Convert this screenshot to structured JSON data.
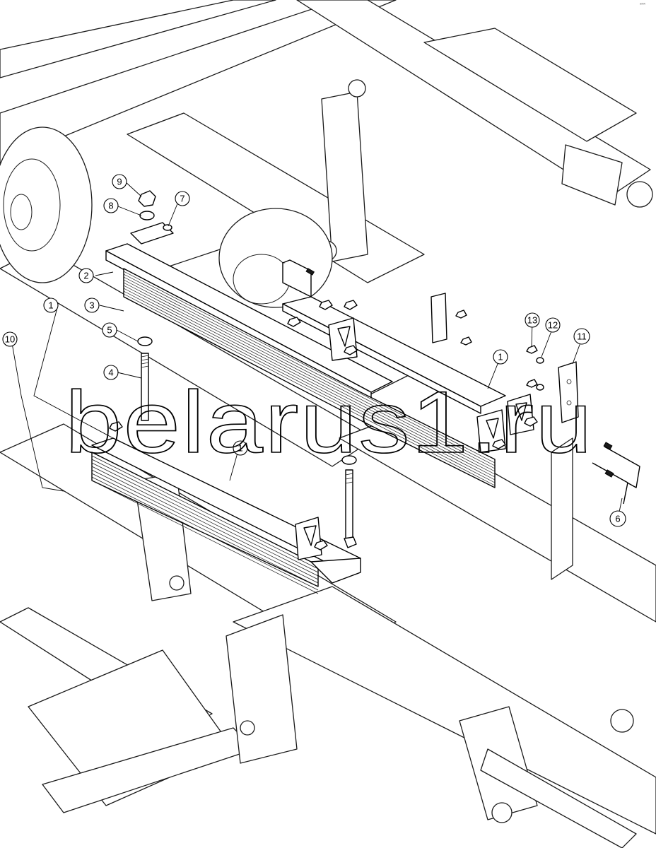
{
  "diagram": {
    "watermark": "belarus1.ru",
    "corner_mark": "ᵃʷʷ",
    "callouts": [
      {
        "id": "c1a",
        "label": "1"
      },
      {
        "id": "c1b",
        "label": "1"
      },
      {
        "id": "c1c",
        "label": "1"
      },
      {
        "id": "c2",
        "label": "2"
      },
      {
        "id": "c3",
        "label": "3"
      },
      {
        "id": "c4",
        "label": "4"
      },
      {
        "id": "c5",
        "label": "5"
      },
      {
        "id": "c6",
        "label": "6"
      },
      {
        "id": "c7",
        "label": "7"
      },
      {
        "id": "c8",
        "label": "8"
      },
      {
        "id": "c9",
        "label": "9"
      },
      {
        "id": "c10",
        "label": "10"
      },
      {
        "id": "c11",
        "label": "11"
      },
      {
        "id": "c12",
        "label": "12"
      },
      {
        "id": "c13",
        "label": "13"
      }
    ]
  }
}
